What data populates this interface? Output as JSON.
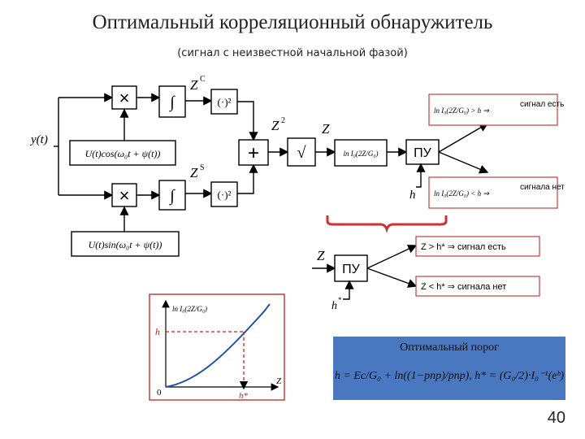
{
  "title": "Оптимальный корреляционный обнаружитель",
  "subtitle": "(сигнал с неизвестной начальной фазой)",
  "page_number": "40",
  "labels": {
    "input": "y(t)",
    "zc": "Z",
    "zc_sup": "C",
    "zs": "Z",
    "zs_sup": "S",
    "z2": "Z",
    "z2_sup": "2",
    "z": "Z",
    "h": "h",
    "z_lower": "Z",
    "hstar": "h",
    "hstar_sup": "*"
  },
  "blocks": {
    "multiplier": "×",
    "adder": "+",
    "sqrt": "√",
    "square": "(·)²",
    "decision_unit": "ПУ",
    "ref_cos": "U(t)cos(ω₀t + ψ(t))",
    "ref_sin": "U(t)sin(ω₀t + ψ(t))"
  },
  "decisions": {
    "upper_text": "сигнал есть",
    "lower_text": "сигнала нет",
    "rule_yes": "Z > h* ⇒ сигнал есть",
    "rule_no": "Z < h* ⇒ сигнала нет"
  },
  "formula_box": {
    "title": "Оптимальный порог"
  },
  "graph": {
    "ylabel": "ln I₀(2Z/G₀)",
    "xlabel": "Z",
    "origin": "0",
    "h_label": "h",
    "hstar_label": "h*"
  },
  "colors": {
    "rule_border": "#c04040",
    "brace": "#d03030",
    "graph_border": "#c04040",
    "curve": "#1f4fa8",
    "dashed": "#d02020",
    "formula_bg": "#4a78c0"
  }
}
